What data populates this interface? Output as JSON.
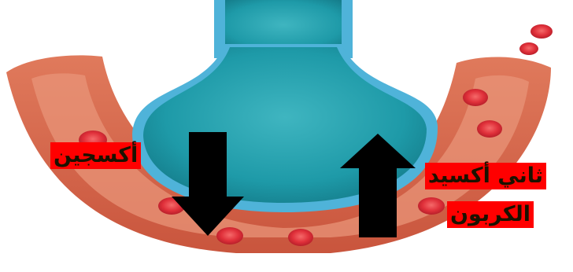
{
  "labels": {
    "oxygen": "أكسجين",
    "co2_line1": "ثاني أكسيد",
    "co2_line2": "الكربون"
  },
  "colors": {
    "label_bg": "#ff0000",
    "label_text": "#1a1200",
    "arrow": "#000000",
    "alveolus_fill": "#1e9aa8",
    "alveolus_dark": "#157e8c",
    "alveolus_wall": "#4fb3d9",
    "capillary_outer": "#d9664a",
    "capillary_inner": "#e89478",
    "red_cell": "#e0303a",
    "red_cell_highlight": "#f56a6a"
  }
}
